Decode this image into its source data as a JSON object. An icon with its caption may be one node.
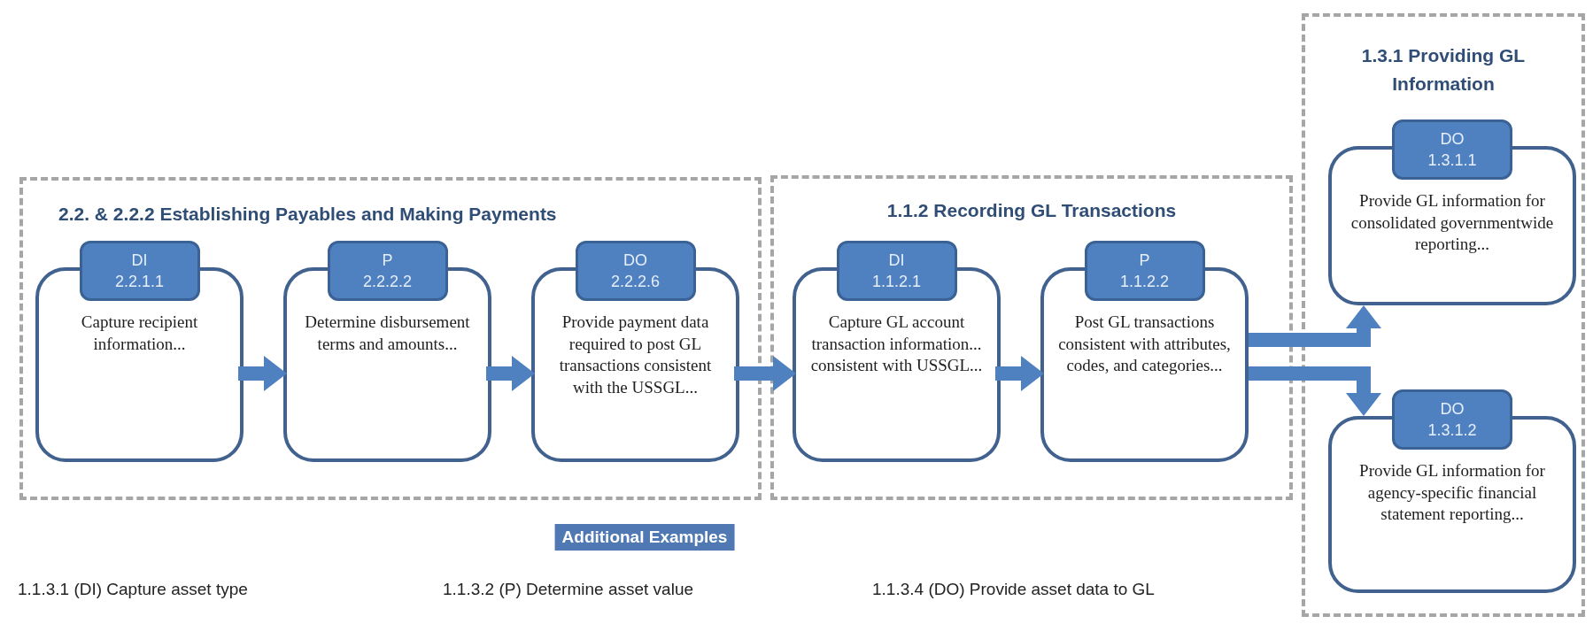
{
  "diagram": {
    "nodes": [
      {
        "text": [
          "2.2. & 2.2.2 Establishing Payables and Making Payments"
        ]
      },
      {
        "text": [
          "DI 2.2.1.1",
          "Capture recipient information..."
        ],
        "in": 0
      },
      {
        "text": [
          "P 2.2.2.2",
          "Determine disbursement terms and amounts..."
        ],
        "in": 0
      },
      {
        "text": [
          "DO 2.2.2.6",
          "Provide payment data required to post GL transactions consistent with the USSGL..."
        ],
        "in": 0
      },
      {
        "text": [
          "1.1.2 Recording GL Transactions"
        ]
      },
      {
        "text": [
          "DI 1.1.2.1",
          "Capture GL account transaction information... consistent with USSGL..."
        ],
        "in": 4
      },
      {
        "text": [
          "P 1.1.2.2",
          "Post GL transactions consistent with attributes, codes, and categories..."
        ],
        "in": 4
      },
      {
        "text": [
          "1.3.1 Providing GL Information"
        ]
      },
      {
        "text": [
          "DO 1.3.1.1",
          "Provide GL information for consolidated governmentwide reporting..."
        ],
        "in": 7
      },
      {
        "text": [
          "DO 1.3.1.2",
          "Provide GL information for agency-specific financial statement reporting..."
        ],
        "in": 7
      }
    ],
    "edges": [
      {
        "from": 1,
        "to": 2,
        "arrow": "to"
      },
      {
        "from": 2,
        "to": 3,
        "arrow": "to"
      },
      {
        "from": 3,
        "to": 5,
        "arrow": "to"
      },
      {
        "from": 5,
        "to": 6,
        "arrow": "to"
      },
      {
        "from": 6,
        "to": 8,
        "arrow": "to"
      },
      {
        "from": 6,
        "to": 9,
        "arrow": "to"
      }
    ],
    "labels": [
      "Additional Examples",
      "1.1.3.1 (DI) Capture asset type",
      "1.1.3.2 (P) Determine asset value",
      "1.1.3.4 (DO) Provide asset data to GL"
    ]
  }
}
